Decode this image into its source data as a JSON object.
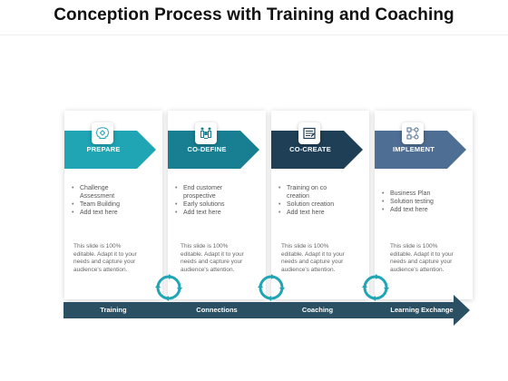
{
  "title": "Conception Process with Training and Coaching",
  "colors": {
    "teal_light": "#1fa5b4",
    "teal_dark": "#187f92",
    "navy": "#1f3f56",
    "slate_blue": "#4f6e94",
    "timeline": "#2b4f63"
  },
  "steps": [
    {
      "label": "PREPARE",
      "icon": "brain-gear-icon",
      "bullets": [
        "Challenge Assessment",
        "Team Building",
        "Add text here"
      ],
      "note": "This slide is 100% editable. Adapt it to your needs and capture your audience's attention."
    },
    {
      "label": "CO-DEFINE",
      "icon": "people-puzzle-icon",
      "bullets": [
        "End customer prospective",
        "Early solutions",
        "Add text here"
      ],
      "note": "This slide is 100% editable. Adapt it to your needs and capture your audience's attention."
    },
    {
      "label": "CO-CREATE",
      "icon": "document-pen-icon",
      "bullets": [
        "Training on co creation",
        "Solution creation",
        "Add text here"
      ],
      "note": "This slide is 100% editable. Adapt it to your needs and capture your audience's attention."
    },
    {
      "label": "IMPLEMENT",
      "icon": "workflow-icon",
      "bullets": [
        "Business Plan",
        "Solution testing",
        "Add text here"
      ],
      "note": "This slide is 100% editable. Adapt it to your needs and capture your audience's attention."
    }
  ],
  "timeline": {
    "icon": "cycle-arrows-icon",
    "labels": [
      "Training",
      "Connections",
      "Coaching",
      "Learning Exchange"
    ]
  }
}
